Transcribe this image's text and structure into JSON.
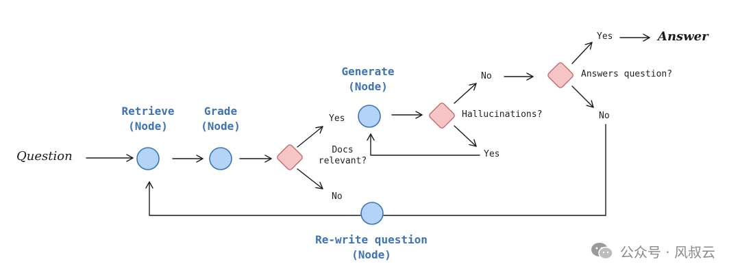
{
  "start_label": "Question",
  "end_label": "Answer",
  "nodes": {
    "retrieve": {
      "name": "Retrieve",
      "sub": "(Node)"
    },
    "grade": {
      "name": "Grade",
      "sub": "(Node)"
    },
    "generate": {
      "name": "Generate",
      "sub": "(Node)"
    },
    "rewrite": {
      "name": "Re-write question",
      "sub": "(Node)"
    }
  },
  "decisions": {
    "docs_relevant": {
      "line1": "Docs",
      "line2": "relevant?"
    },
    "hallucinations": "Hallucinations?",
    "answers_question": "Answers question?"
  },
  "edge_labels": {
    "docs_yes": "Yes",
    "docs_no": "No",
    "hallu_no": "No",
    "hallu_yes": "Yes",
    "answers_yes": "Yes",
    "answers_no": "No"
  },
  "watermark": "公众号 · 风叔云",
  "colors": {
    "node_fill": "#b3d4f7",
    "node_stroke": "#3d72b4",
    "decision_fill": "#f6c5c5",
    "decision_stroke": "#c46a6a",
    "title_text": "#3d72b4",
    "line": "#1a1a1a"
  }
}
